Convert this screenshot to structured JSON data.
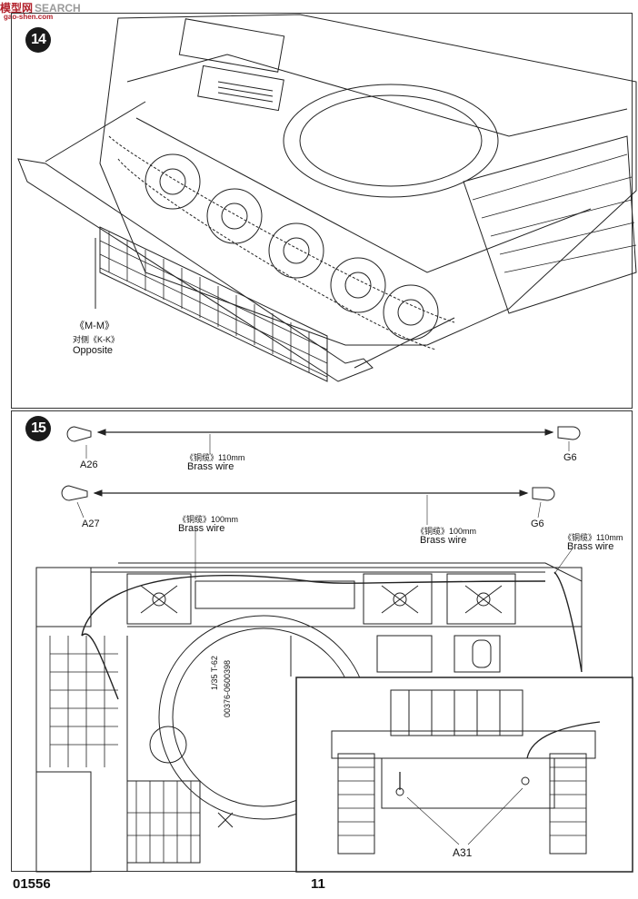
{
  "watermark": {
    "brand_cn": "模型网",
    "brand_en": "SEARCH",
    "site": "gao-shen.com"
  },
  "step14": {
    "number": "14",
    "part_label": "《M-M》",
    "opposite_cn": "对侧《K-K》",
    "opposite_en": "Opposite"
  },
  "step15": {
    "number": "15",
    "wire1": {
      "left_part": "A26",
      "right_part": "G6",
      "label_cn": "《铜缆》110mm",
      "label_en": "Brass wire"
    },
    "wire2": {
      "left_part": "A27",
      "right_part": "G6",
      "label_cn": "《铜缆》100mm",
      "label_en": "Brass wire"
    },
    "label_mid_cn": "《铜缆》100mm",
    "label_mid_en": "Brass wire",
    "label_right_cn": "《铜缆》110mm",
    "label_right_en": "Brass wire",
    "hull_stencil_1": "1/35 T-62",
    "hull_stencil_2": "00376-0600398",
    "inset_part": "A31"
  },
  "footer": {
    "kit_number": "01556",
    "page_number": "11"
  }
}
